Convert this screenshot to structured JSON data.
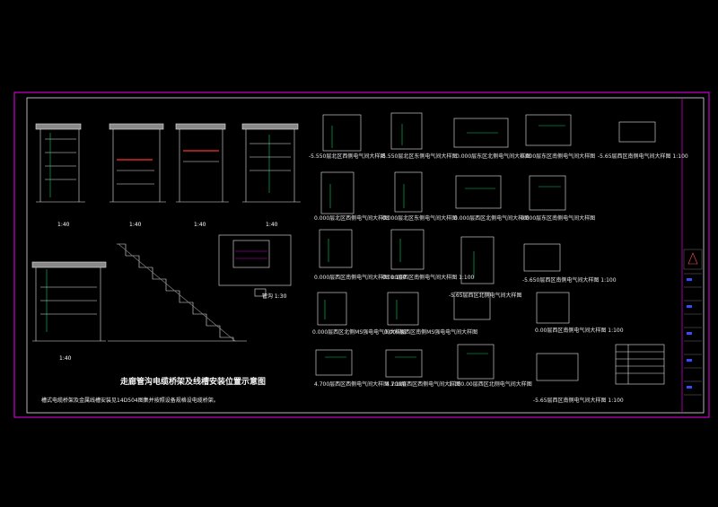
{
  "title": "走廊管沟电缆桥架及线槽安装位置示意图",
  "note": "槽式电缆桥架及金属线槽安装见14D504图集并按照设备规格设电缆桥架。",
  "scale_label": "1:40",
  "section_labels": [
    "1:40",
    "1:40",
    "1:40",
    "1:40"
  ],
  "detail_label": "管沟  1:30",
  "plans": [
    {
      "id": "p1",
      "label": "-5.550层北区西侧电气间大样图"
    },
    {
      "id": "p2",
      "label": "-5.550层北区东侧电气间大样图"
    },
    {
      "id": "p3",
      "label": "0.000层东区北侧电气间大样图"
    },
    {
      "id": "p4",
      "label": "0.000层东区南侧电气间大样图"
    },
    {
      "id": "p5",
      "label": "-5.65层西区南侧电气间大样图 1:100"
    },
    {
      "id": "p6",
      "label": "0.000层北区西侧电气间大样图"
    },
    {
      "id": "p7",
      "label": "0.000层北区东侧电气间大样图"
    },
    {
      "id": "p8",
      "label": "0.000层西区北侧电气间大样图"
    },
    {
      "id": "p9",
      "label": "0.000层东区南侧电气间大样图"
    },
    {
      "id": "p10",
      "label": "0.000层西区南侧电气间大样图 1:100"
    },
    {
      "id": "p11",
      "label": "0.000层西区南侧电气间大样图 1:100"
    },
    {
      "id": "p12",
      "label": "-5.65层西区北侧电气间大样图"
    },
    {
      "id": "p13",
      "label": "-5.650层西区南侧电气间大样图 1:100"
    },
    {
      "id": "p14",
      "label": "0.000层西区北侧MS强电电气间大样图"
    },
    {
      "id": "p15",
      "label": "0.000层西区南侧MS强电电气间大样图"
    },
    {
      "id": "p16",
      "label": "0.00层西区南侧电气间大样图 1:100"
    },
    {
      "id": "p17",
      "label": "4.700层西区西侧电气间大样图 1:100"
    },
    {
      "id": "p18",
      "label": "4.700层西区西侧电气间大样图"
    },
    {
      "id": "p19",
      "label": "1.100.00层西区北侧电气间大样图"
    },
    {
      "id": "p20",
      "label": "-5.65层西区南侧电气间大样图 1:100"
    }
  ],
  "colors": {
    "frame": "#c800c8",
    "line": "#e6e6e6",
    "accent_red": "#ff3030",
    "accent_green": "#00d060",
    "accent_yellow": "#f0e040",
    "accent_blue": "#3050ff"
  }
}
